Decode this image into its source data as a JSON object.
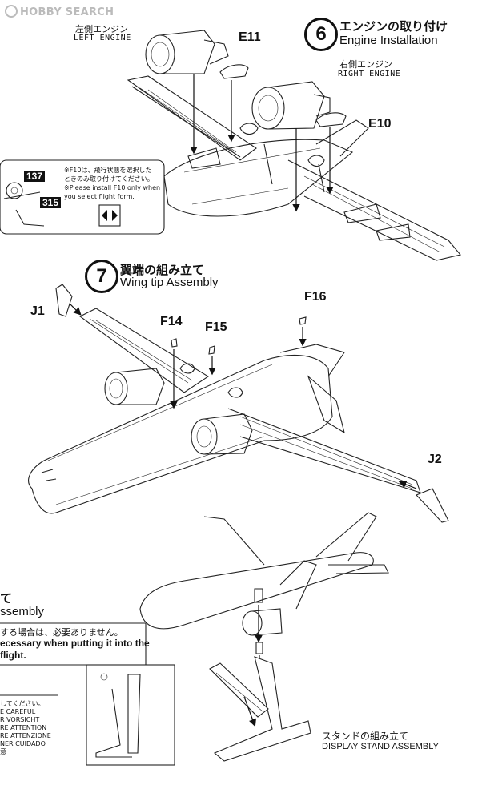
{
  "watermark": "HOBBY SEARCH",
  "step6": {
    "number": "6",
    "title_jp": "エンジンの取り付け",
    "title_en": "Engine Installation",
    "left_engine_jp": "左側エンジン",
    "left_engine_en": "LEFT ENGINE",
    "right_engine_jp": "右側エンジン",
    "right_engine_en": "RIGHT ENGINE",
    "parts": [
      "E11",
      "E10"
    ]
  },
  "callout": {
    "badge_top": "137",
    "badge_bottom": "315",
    "note_jp_1": "※F10は、飛行状態を選択した",
    "note_jp_2": "ときのみ取り付けてください。",
    "note_en_1": "※Please install F10 only when",
    "note_en_2": "you select flight form."
  },
  "step7": {
    "number": "7",
    "title_jp": "翼端の組み立て",
    "title_en": "Wing tip Assembly",
    "parts": [
      "J1",
      "F14",
      "F15",
      "F16",
      "J2"
    ]
  },
  "left_fragments": {
    "t1": "て",
    "t2": "ssembly",
    "box_jp": "する場合は、必要ありません。",
    "box_en_1": "ecessary when putting it into the",
    "box_en_2": "flight.",
    "warn": [
      "してください。",
      "E CAREFUL",
      "R VORSICHT",
      "RE ATTENTION",
      "RE ATTENZIONE",
      "NER CUIDADO",
      "意"
    ]
  },
  "stand": {
    "title_jp": "スタンドの組み立て",
    "title_en": "DISPLAY STAND ASSEMBLY"
  }
}
